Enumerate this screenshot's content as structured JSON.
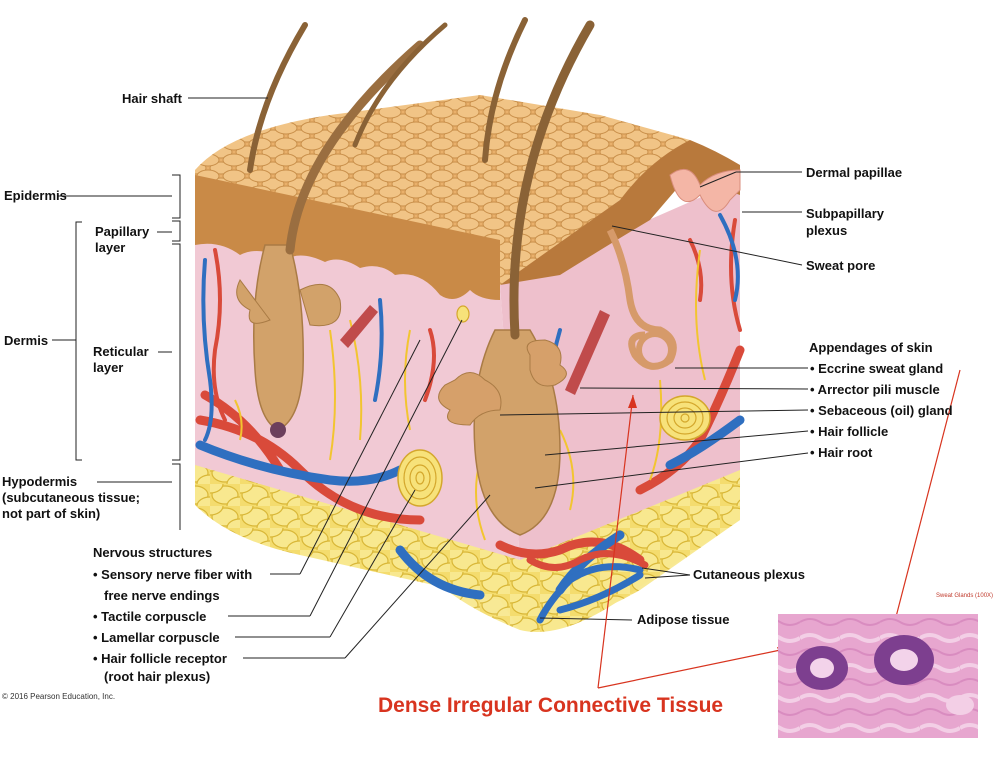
{
  "labels": {
    "hair_shaft": "Hair shaft",
    "epidermis": "Epidermis",
    "papillary_layer_1": "Papillary",
    "papillary_layer_2": "layer",
    "dermis": "Dermis",
    "reticular_layer_1": "Reticular",
    "reticular_layer_2": "layer",
    "hypodermis_1": "Hypodermis",
    "hypodermis_2": "(subcutaneous tissue;",
    "hypodermis_3": "not part of skin)",
    "dermal_papillae": "Dermal papillae",
    "subpapillary_plexus_1": "Subpapillary",
    "subpapillary_plexus_2": "plexus",
    "sweat_pore": "Sweat pore",
    "appendages_heading": "Appendages of skin",
    "eccrine_sweat_gland": "• Eccrine sweat gland",
    "arrector_pili_muscle": "• Arrector pili muscle",
    "sebaceous_gland": "• Sebaceous (oil) gland",
    "hair_follicle": "• Hair follicle",
    "hair_root": "• Hair root",
    "cutaneous_plexus": "Cutaneous plexus",
    "adipose_tissue": "Adipose tissue",
    "nervous_heading": "Nervous structures",
    "sensory_nerve_1": "• Sensory nerve fiber with",
    "sensory_nerve_2": "free nerve endings",
    "tactile_corpuscle": "• Tactile corpuscle",
    "lamellar_corpuscle": "• Lamellar corpuscle",
    "hair_follicle_receptor_1": "• Hair follicle receptor",
    "hair_follicle_receptor_2": "(root hair plexus)",
    "copyright": "© 2016 Pearson Education, Inc.",
    "micrograph_caption": "Sweat Glands (100X)"
  },
  "annotation": {
    "title": "Dense Irregular Connective Tissue",
    "color": "#d8341f"
  },
  "colors": {
    "epidermis": "#d9a25c",
    "dermis": "#f2cfd6",
    "hypodermis": "#f0d867",
    "artery": "#d94a3a",
    "vein": "#2f6fc0",
    "nerve": "#f2c530",
    "hair": "#8a6236",
    "micrograph": "#d99acb"
  }
}
